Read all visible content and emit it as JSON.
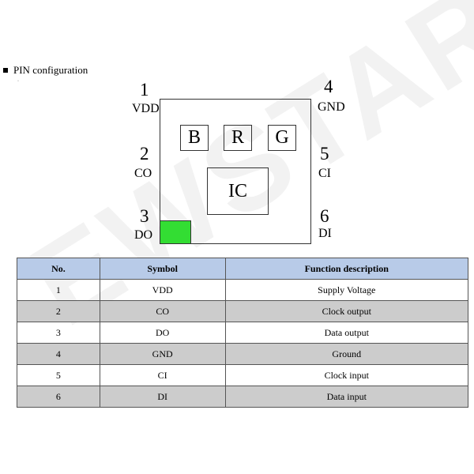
{
  "watermark": "EWSTAR",
  "heading": "PIN configuration",
  "diagram": {
    "pins": [
      {
        "number": "1",
        "symbol": "VDD"
      },
      {
        "number": "2",
        "symbol": "CO"
      },
      {
        "number": "3",
        "symbol": "DO"
      },
      {
        "number": "4",
        "symbol": "GND"
      },
      {
        "number": "5",
        "symbol": "CI"
      },
      {
        "number": "6",
        "symbol": "DI"
      }
    ],
    "leds": [
      "B",
      "R",
      "G"
    ],
    "chip_label": "IC",
    "marker_color": "#33dd33"
  },
  "table": {
    "headers": [
      "No.",
      "Symbol",
      "Function description"
    ],
    "header_color": "#b8cbe8",
    "stripe_color": "#cccccc",
    "rows": [
      [
        "1",
        "VDD",
        "Supply Voltage"
      ],
      [
        "2",
        "CO",
        "Clock output"
      ],
      [
        "3",
        "DO",
        "Data output"
      ],
      [
        "4",
        "GND",
        "Ground"
      ],
      [
        "5",
        "CI",
        "Clock input"
      ],
      [
        "6",
        "DI",
        "Data input"
      ]
    ]
  }
}
